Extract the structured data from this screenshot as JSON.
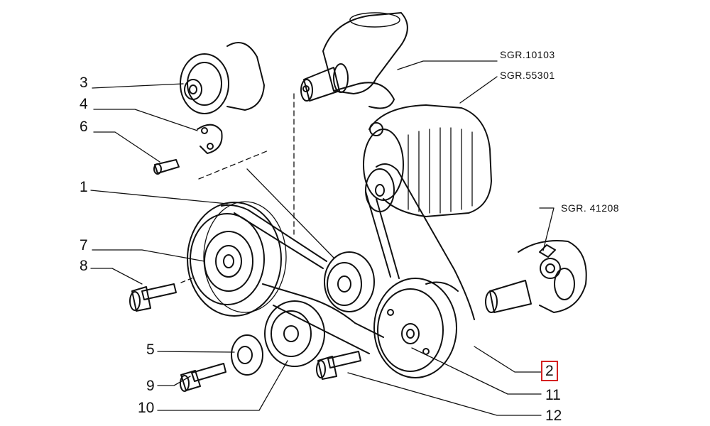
{
  "callouts": {
    "c1": "1",
    "c2": "2",
    "c3": "3",
    "c4": "4",
    "c5": "5",
    "c6": "6",
    "c7": "7",
    "c8": "8",
    "c9": "9",
    "c10": "10",
    "c11": "11",
    "c12": "12"
  },
  "references": {
    "r1": "SGR.10103",
    "r2": "SGR.55301",
    "r3": "SGR. 41208"
  },
  "highlight_color": "#d42020",
  "highlighted_callout": "2"
}
